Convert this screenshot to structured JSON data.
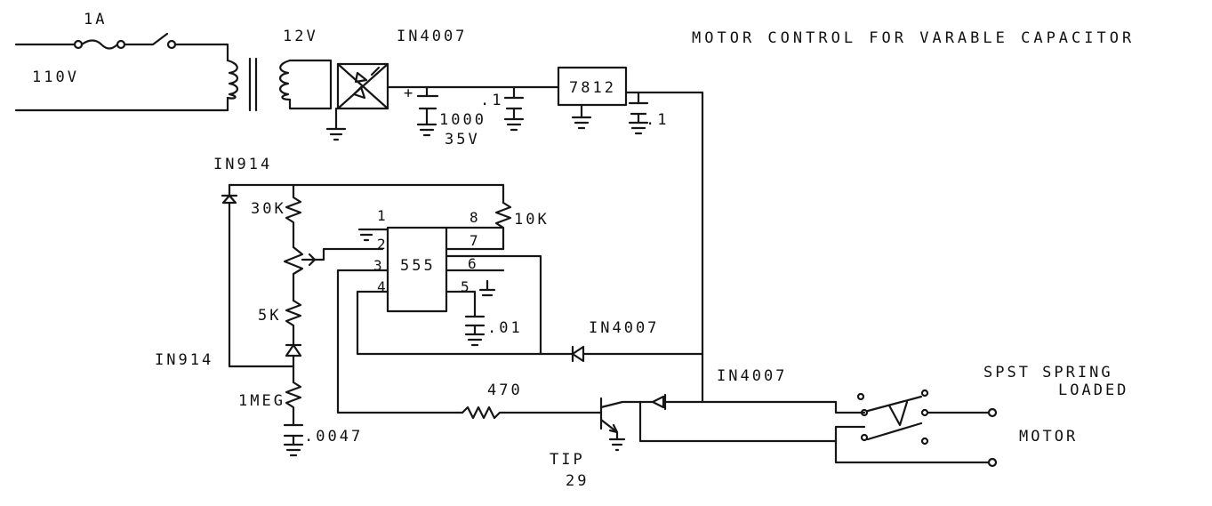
{
  "title": "MOTOR CONTROL FOR VARABLE CAPACITOR",
  "power": {
    "fuse": "1A",
    "mains": "110V",
    "secondary": "12V",
    "rectifier": "IN4007",
    "cap_main_value": "1000",
    "cap_main_voltage": "35V",
    "cap_main_polarity": "+",
    "cap_bypass_1": ".1",
    "regulator": "7812",
    "cap_bypass_2": ".1"
  },
  "timer": {
    "chip": "555",
    "pins": [
      "1",
      "2",
      "3",
      "4",
      "5",
      "6",
      "7",
      "8"
    ],
    "r_top": "10K",
    "r_30k": "30K",
    "r_5k": "5K",
    "r_1meg": "1MEG",
    "diode_top": "IN914",
    "diode_bottom": "IN914",
    "cap_timing": ".0047",
    "cap_ctrl": ".01"
  },
  "output": {
    "diode_feedback": "IN4007",
    "resistor": "470",
    "diode_out": "IN4007",
    "transistor_line1": "TIP",
    "transistor_line2": "29",
    "switch_line1": "SPST SPRING",
    "switch_line2": "LOADED",
    "motor": "MOTOR"
  }
}
